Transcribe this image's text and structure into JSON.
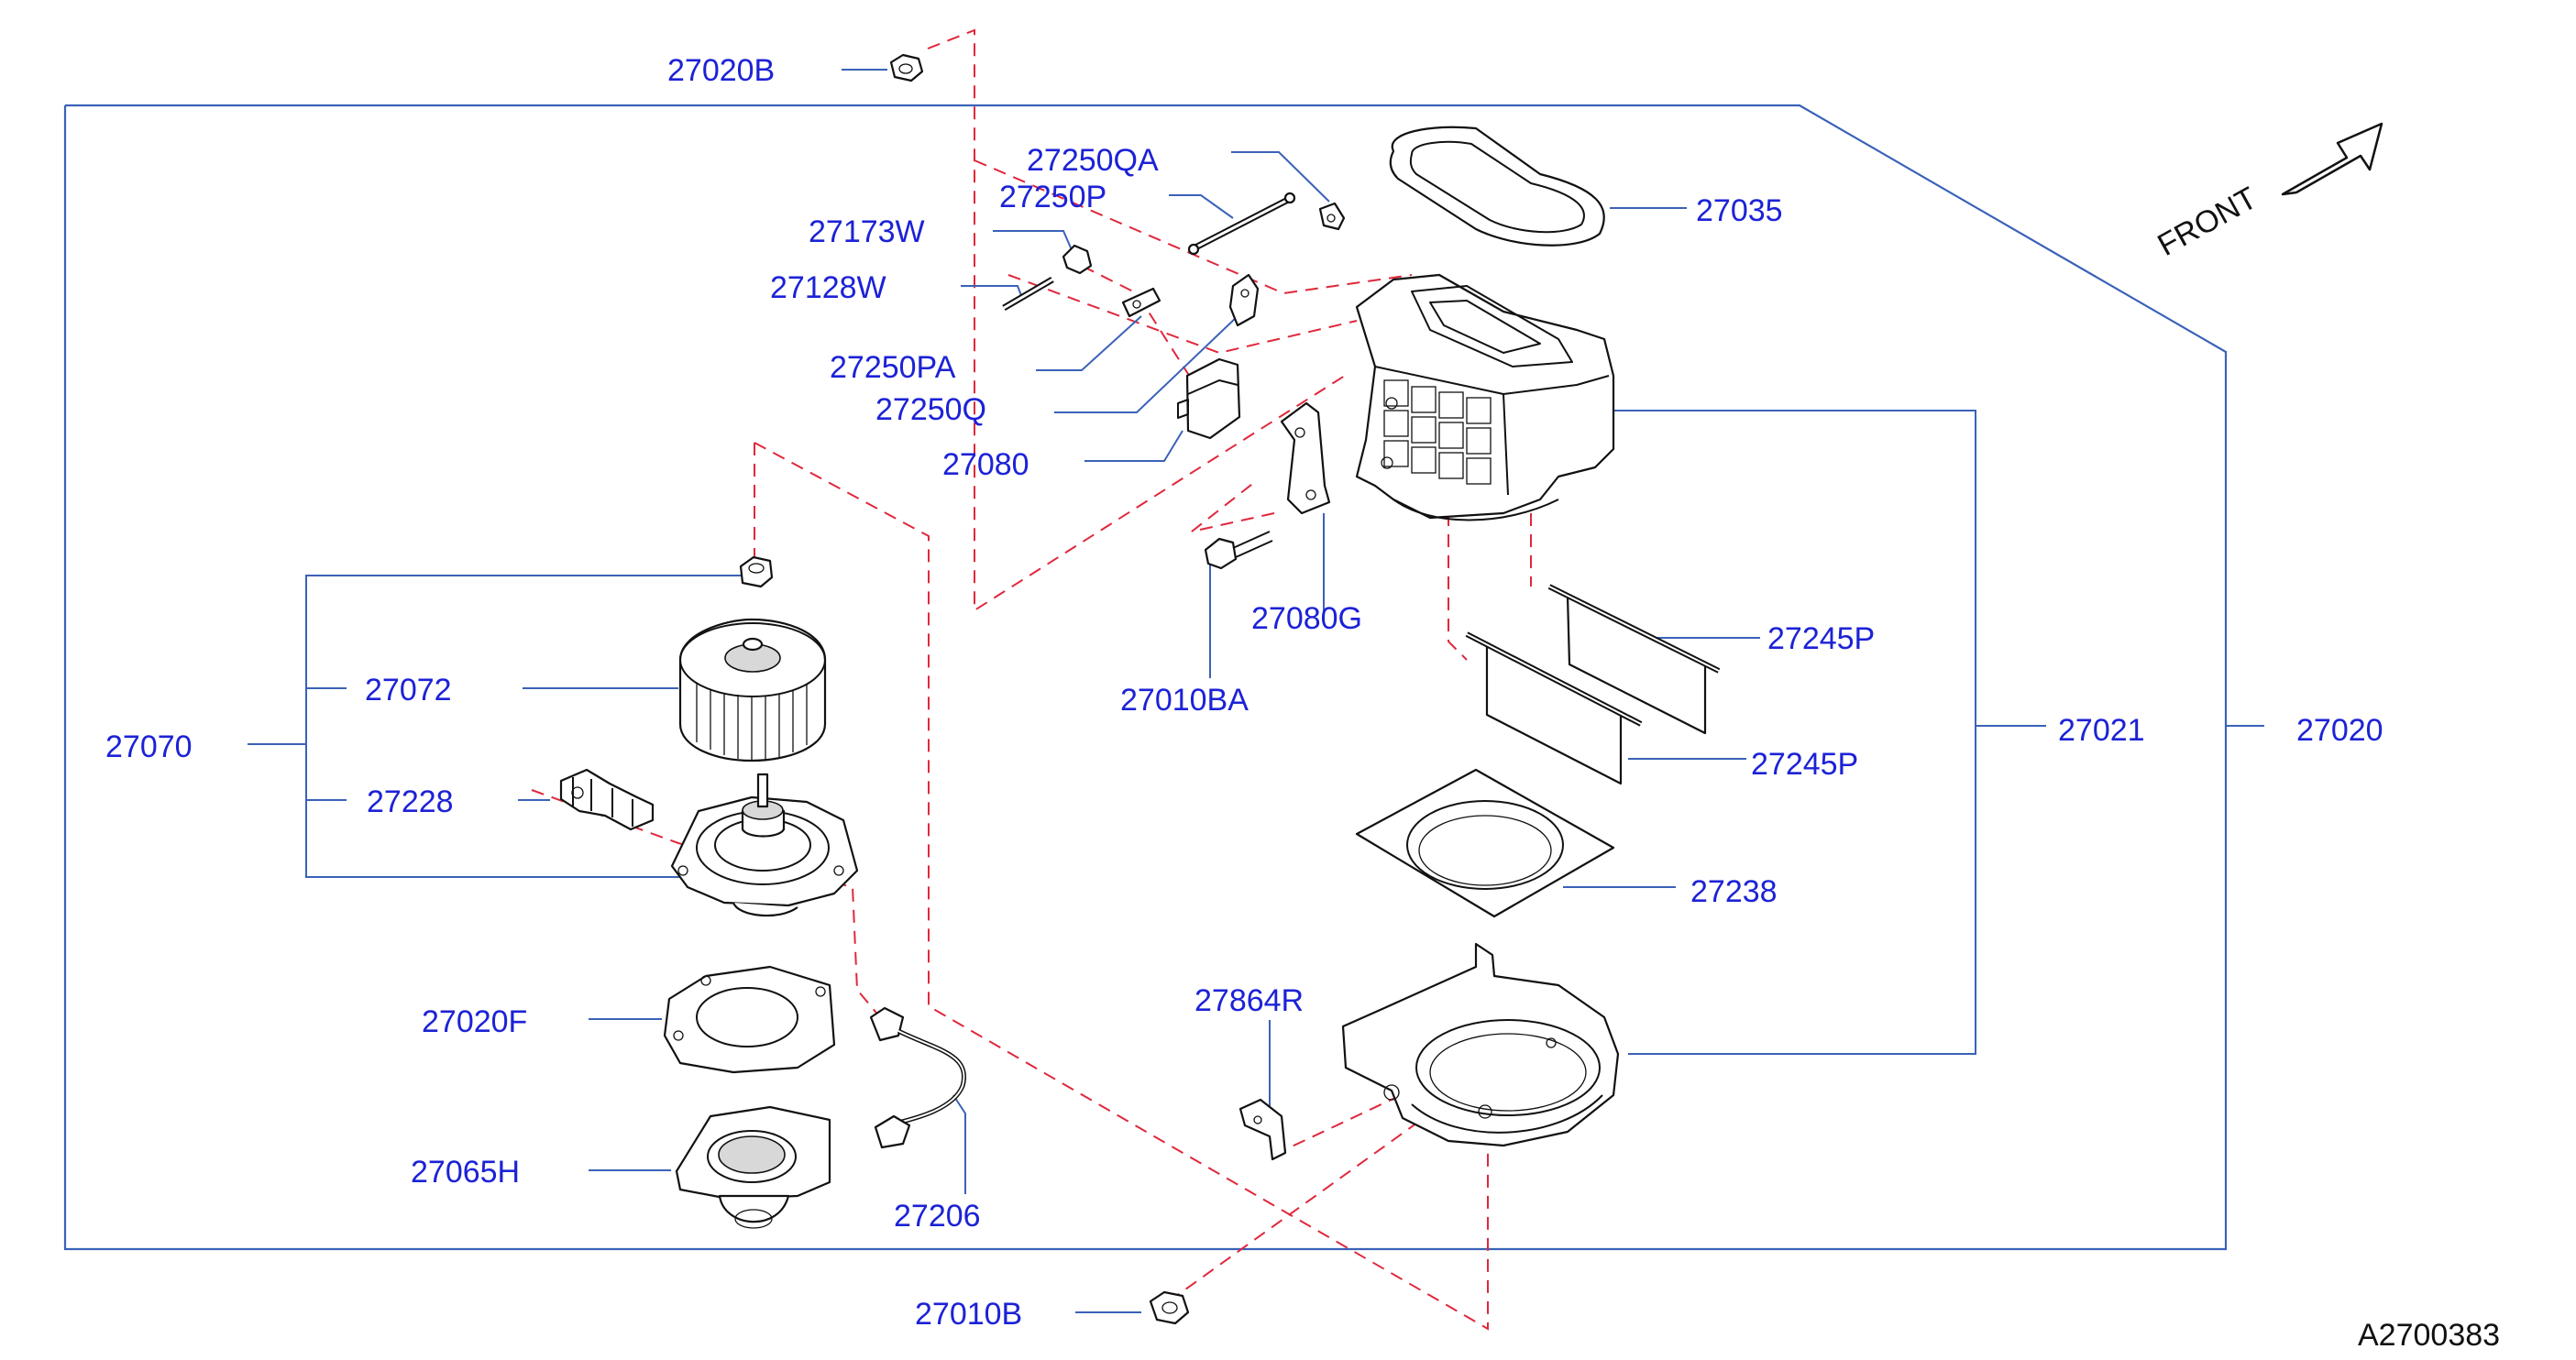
{
  "diagram": {
    "front_label": "FRONT",
    "reference_code": "A2700383",
    "callouts": [
      {
        "id": "27020B",
        "label": "27020B"
      },
      {
        "id": "27250QA",
        "label": "27250QA"
      },
      {
        "id": "27250P",
        "label": "27250P"
      },
      {
        "id": "27173W",
        "label": "27173W"
      },
      {
        "id": "27128W",
        "label": "27128W"
      },
      {
        "id": "27250PA",
        "label": "27250PA"
      },
      {
        "id": "27250Q",
        "label": "27250Q"
      },
      {
        "id": "27080",
        "label": "27080"
      },
      {
        "id": "27035",
        "label": "27035"
      },
      {
        "id": "27080G",
        "label": "27080G"
      },
      {
        "id": "27010BA",
        "label": "27010BA"
      },
      {
        "id": "27245P_upper",
        "label": "27245P"
      },
      {
        "id": "27245P_lower",
        "label": "27245P"
      },
      {
        "id": "27021",
        "label": "27021"
      },
      {
        "id": "27020",
        "label": "27020"
      },
      {
        "id": "27238",
        "label": "27238"
      },
      {
        "id": "27070",
        "label": "27070"
      },
      {
        "id": "27072",
        "label": "27072"
      },
      {
        "id": "27228",
        "label": "27228"
      },
      {
        "id": "27020F",
        "label": "27020F"
      },
      {
        "id": "27065H",
        "label": "27065H"
      },
      {
        "id": "27206",
        "label": "27206"
      },
      {
        "id": "27864R",
        "label": "27864R"
      },
      {
        "id": "27010B",
        "label": "27010B"
      }
    ]
  }
}
